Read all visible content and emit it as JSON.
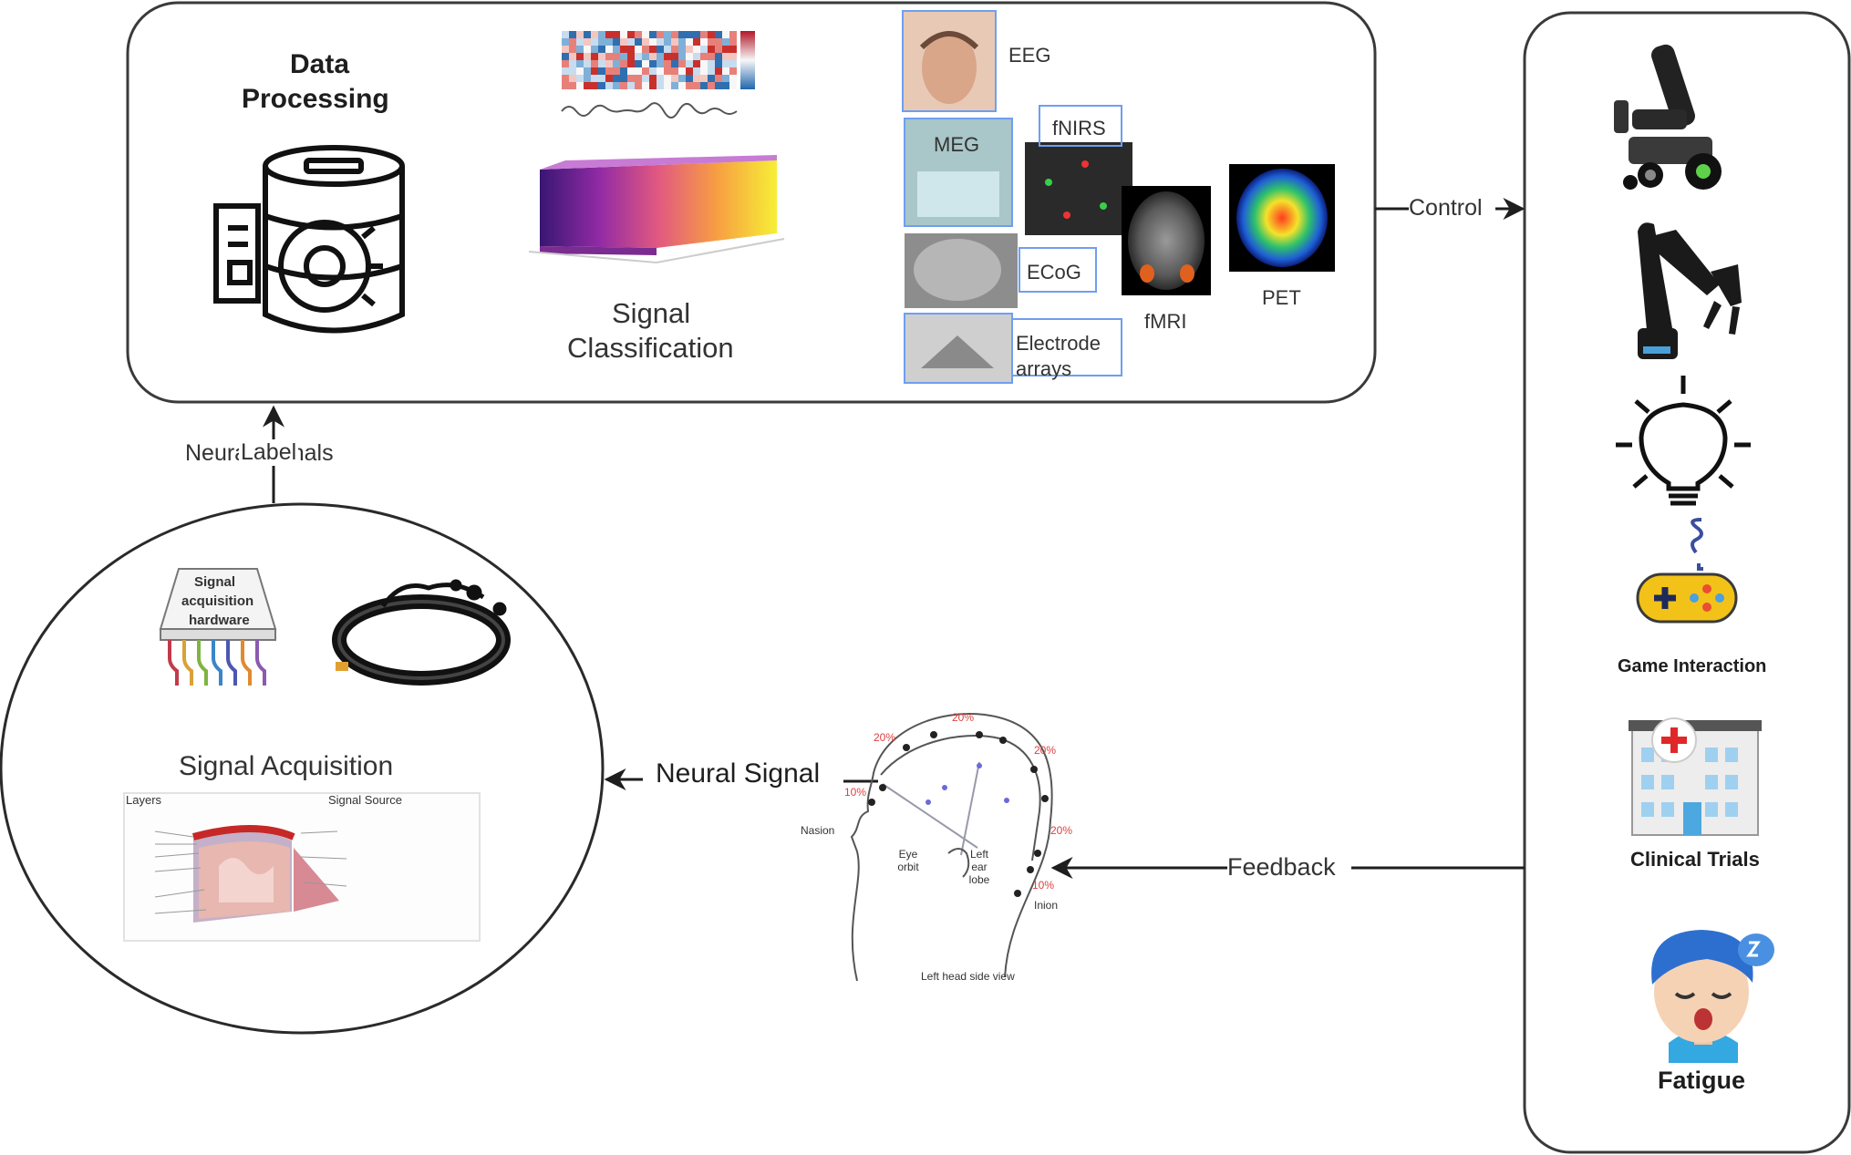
{
  "processing": {
    "title_line1": "Data",
    "title_line2": "Processing",
    "classification_line1": "Signal",
    "classification_line2": "Classification"
  },
  "modalities": {
    "eeg": "EEG",
    "meg": "MEG",
    "fnirs": "fNIRS",
    "ecog": "ECoG",
    "electrode_line1": "Electrode",
    "electrode_line2": "arrays",
    "fmri": "fMRI",
    "pet": "PET"
  },
  "acquisition": {
    "title": "Signal Acquisition",
    "hardware_line1": "Signal",
    "hardware_line2": "acquisition",
    "hardware_line3": "hardware",
    "layers_header": "Layers",
    "source_header": "Signal Source"
  },
  "arrows": {
    "upward_label": "Neural Signals",
    "upward_overlay": "Label",
    "control": "Control",
    "neural_signal": "Neural Signal",
    "feedback": "Feedback"
  },
  "head_map": {
    "caption": "Left head side view",
    "nasion": "Nasion",
    "inion": "Inion",
    "eye": "Eye orbit",
    "ear": "Left ear lobe",
    "pct": [
      "20%",
      "20%",
      "20%",
      "20%",
      "10%",
      "10%"
    ]
  },
  "applications": {
    "game": "Game Interaction",
    "clinical": "Clinical Trials",
    "fatigue": "Fatigue"
  },
  "colors": {
    "outline": "#3a3a3a",
    "modality_border": "#6f9ef0",
    "pet_background": "#000000"
  }
}
